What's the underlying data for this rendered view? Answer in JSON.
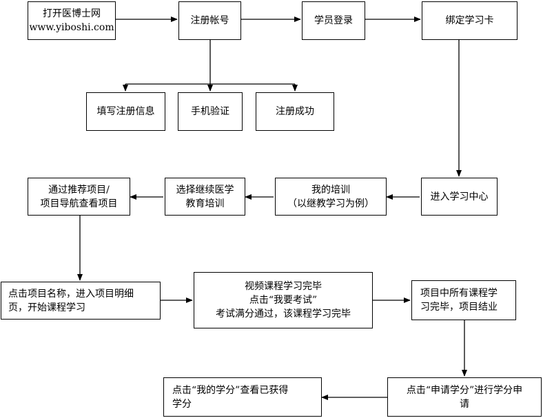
{
  "nodes": {
    "open_site": [
      "打开医博士网",
      "www.yiboshi.com"
    ],
    "register": [
      "注册帐号"
    ],
    "login": [
      "学员登录"
    ],
    "bind_card": [
      "绑定学习卡"
    ],
    "fill_info": [
      "填写注册信息"
    ],
    "phone_verify": [
      "手机验证"
    ],
    "register_success": [
      "注册成功"
    ],
    "learning_center": [
      "进入学习中心"
    ],
    "my_training": [
      "我的培训",
      "（以继教学习为例）"
    ],
    "select_cme": [
      "选择继续医学",
      "教育培训"
    ],
    "browse_projects": [
      "通过推荐项目/",
      "项目导航查看项目"
    ],
    "click_project": [
      "点击项目名称，进入项目明细",
      "页，开始课程学习"
    ],
    "video_done": [
      "视频课程学习完毕",
      "点击“我要考试”",
      "考试满分通过，该课程学习完毕"
    ],
    "project_done": [
      "项目中所有课程学",
      "习完毕，项目结业"
    ],
    "apply_credit": [
      "点击“申请学分”进行学分申",
      "请"
    ],
    "view_credit": [
      "点击“我的学分”查看已获得",
      "学分"
    ]
  }
}
